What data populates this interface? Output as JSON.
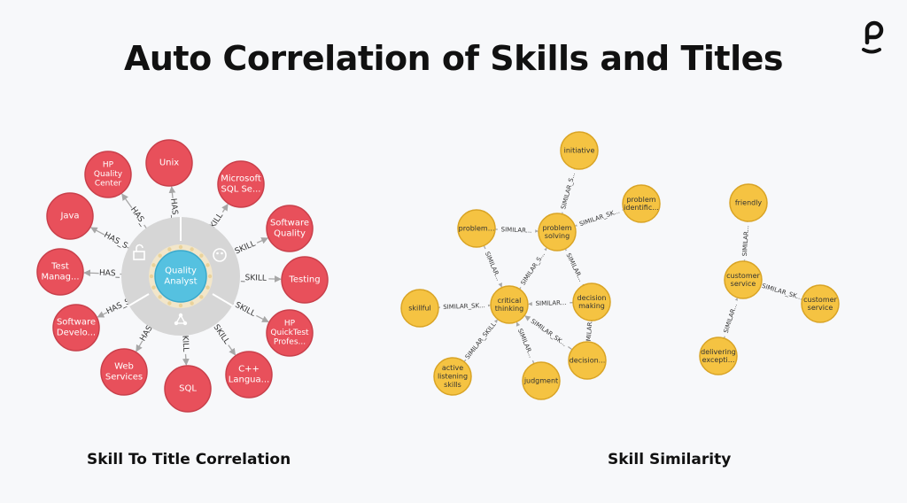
{
  "title": "Auto Correlation of Skills and Titles",
  "captions": {
    "left": "Skill To Title Correlation",
    "right": "Skill Similarity"
  },
  "colors": {
    "title_node": "#55c1e0",
    "skill_node_red": "#e8505b",
    "skill_node_red_stroke": "#c9404b",
    "skill_node_yellow": "#f5c342",
    "skill_node_yellow_stroke": "#d9a425",
    "ring": "#d6d6d6",
    "edge": "#a7a7a7"
  },
  "left_graph": {
    "center": {
      "id": "qa",
      "lines": [
        "Quality",
        "Analyst"
      ],
      "icons": [
        "unlock-icon",
        "palette-icon",
        "share-network-icon"
      ]
    },
    "nodes": [
      {
        "id": "unix",
        "lines": [
          "Unix"
        ]
      },
      {
        "id": "mssql",
        "lines": [
          "Microsoft",
          "SQL Se..."
        ]
      },
      {
        "id": "swq",
        "lines": [
          "Software",
          "Quality"
        ]
      },
      {
        "id": "testing",
        "lines": [
          "Testing"
        ]
      },
      {
        "id": "hpqtp",
        "lines": [
          "HP",
          "QuickTest",
          "Profes..."
        ]
      },
      {
        "id": "cpp",
        "lines": [
          "C++",
          "Langua..."
        ]
      },
      {
        "id": "sql",
        "lines": [
          "SQL"
        ]
      },
      {
        "id": "web",
        "lines": [
          "Web",
          "Services"
        ]
      },
      {
        "id": "swdev",
        "lines": [
          "Software",
          "Develo..."
        ]
      },
      {
        "id": "testmgr",
        "lines": [
          "Test",
          "Manag..."
        ]
      },
      {
        "id": "java",
        "lines": [
          "Java"
        ]
      },
      {
        "id": "hpqc",
        "lines": [
          "HP",
          "Quality",
          "Center"
        ]
      }
    ],
    "edges": [
      {
        "to": "unix",
        "label": "HAS_"
      },
      {
        "to": "mssql",
        "label": "KILL"
      },
      {
        "to": "swq",
        "label": "SKILL"
      },
      {
        "to": "testing",
        "label": "_SKILL"
      },
      {
        "to": "hpqtp",
        "label": "SKILL"
      },
      {
        "to": "cpp",
        "label": "SKILL"
      },
      {
        "to": "sql",
        "label": "KILL"
      },
      {
        "to": "web",
        "label": "HAS"
      },
      {
        "to": "swdev",
        "label": "HAS_S"
      },
      {
        "to": "testmgr",
        "label": "HAS_"
      },
      {
        "to": "java",
        "label": "HAS_S"
      },
      {
        "to": "hpqc",
        "label": "HAS_"
      }
    ]
  },
  "right_graph": {
    "nodes": [
      {
        "id": "initiative",
        "lines": [
          "initiative"
        ]
      },
      {
        "id": "probident",
        "lines": [
          "problem",
          "identific..."
        ]
      },
      {
        "id": "probsolving",
        "lines": [
          "problem",
          "solving"
        ]
      },
      {
        "id": "problem",
        "lines": [
          "problem..."
        ]
      },
      {
        "id": "critical",
        "lines": [
          "critical",
          "thinking"
        ]
      },
      {
        "id": "decmaking",
        "lines": [
          "decision",
          "making"
        ]
      },
      {
        "id": "skillful",
        "lines": [
          "skillful"
        ]
      },
      {
        "id": "active",
        "lines": [
          "active",
          "listening",
          "skills"
        ]
      },
      {
        "id": "judgment",
        "lines": [
          "judgment"
        ]
      },
      {
        "id": "decision2",
        "lines": [
          "decision..."
        ]
      },
      {
        "id": "friendly",
        "lines": [
          "friendly"
        ]
      },
      {
        "id": "custsvc",
        "lines": [
          "customer",
          "service"
        ]
      },
      {
        "id": "custsvc2",
        "lines": [
          "customer",
          "service"
        ]
      },
      {
        "id": "delivering",
        "lines": [
          "delivering",
          "excepti..."
        ]
      }
    ],
    "edges": [
      {
        "from": "initiative",
        "to": "probsolving",
        "label": "SIMILAR_S..."
      },
      {
        "from": "probident",
        "to": "probsolving",
        "label": "SIMILAR_SK..."
      },
      {
        "from": "problem",
        "to": "probsolving",
        "label": "SIMILAR..."
      },
      {
        "from": "problem",
        "to": "critical",
        "label": "SIMILAR..."
      },
      {
        "from": "critical",
        "to": "probsolving",
        "label": "SIMILAR_S..."
      },
      {
        "from": "decmaking",
        "to": "probsolving",
        "label": "SIMILAR..."
      },
      {
        "from": "decmaking",
        "to": "critical",
        "label": "SIMILAR..."
      },
      {
        "from": "skillful",
        "to": "critical",
        "label": "SIMILAR_SK..."
      },
      {
        "from": "active",
        "to": "critical",
        "label": "SIMILAR_SKILL"
      },
      {
        "from": "judgment",
        "to": "critical",
        "label": "SIMILAR..."
      },
      {
        "from": "decision2",
        "to": "critical",
        "label": "SIMILAR_SK..."
      },
      {
        "from": "decision2",
        "to": "decmaking",
        "label": "SIMILAR..."
      },
      {
        "from": "friendly",
        "to": "custsvc",
        "label": "SIMILAR..."
      },
      {
        "from": "custsvc2",
        "to": "custsvc",
        "label": "SIMILAR_SK..."
      },
      {
        "from": "delivering",
        "to": "custsvc",
        "label": "SIMILAR..."
      }
    ]
  }
}
